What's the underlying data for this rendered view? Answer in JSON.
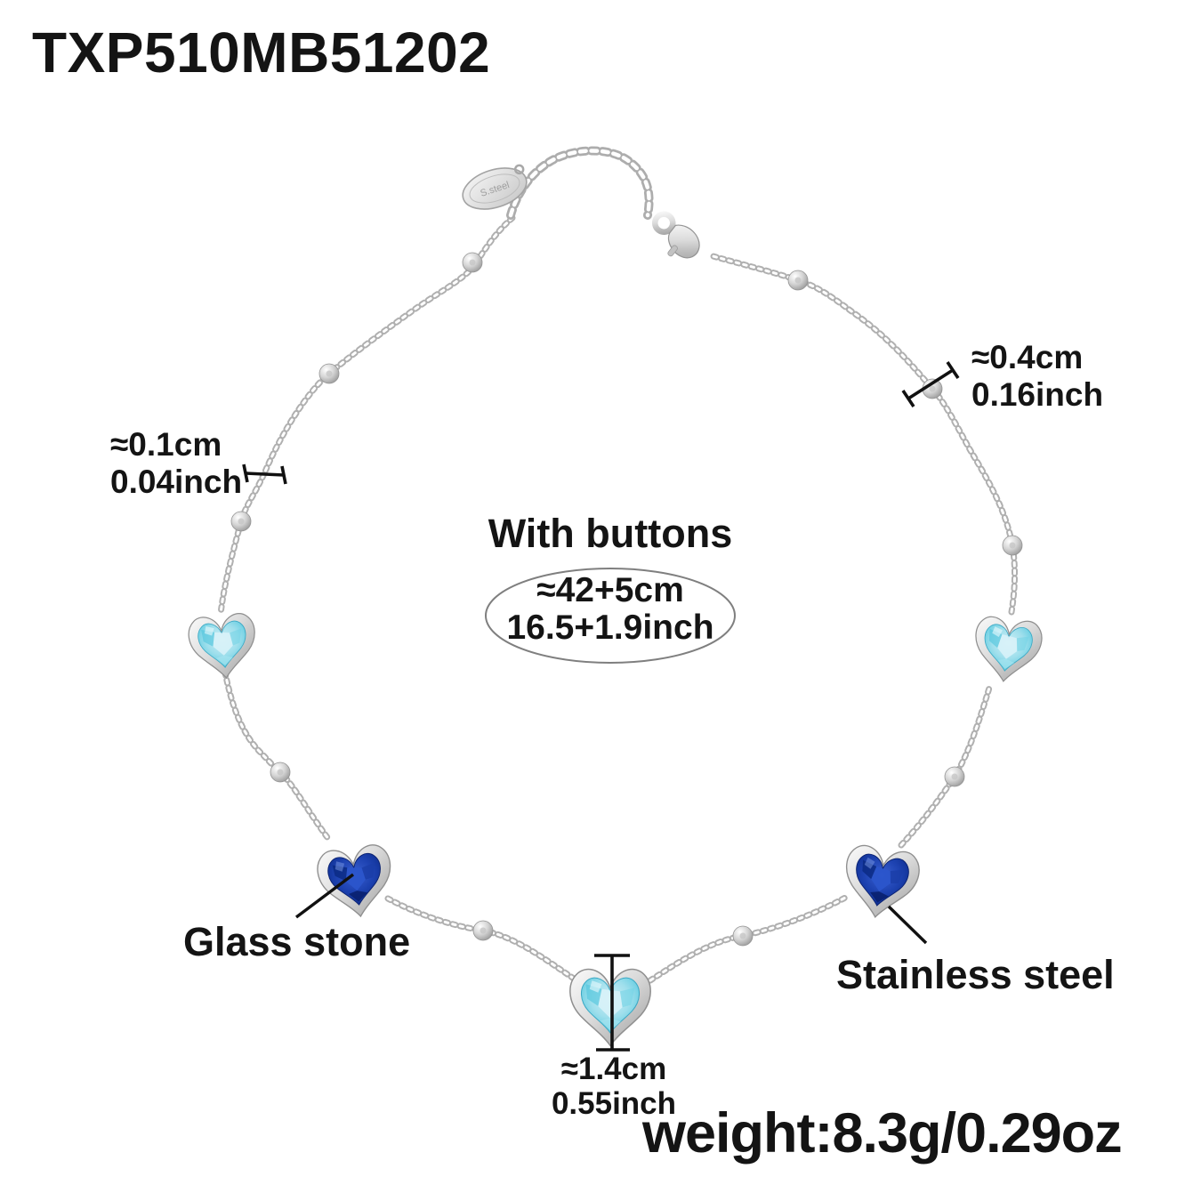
{
  "product": {
    "sku": "TXP510MB51202",
    "weight_label": "weight:8.3g/0.29oz"
  },
  "annotations": {
    "bead_diameter": {
      "metric": "≈0.4cm",
      "imperial": "0.16inch"
    },
    "chain_thickness": {
      "metric": "≈0.1cm",
      "imperial": "0.04inch"
    },
    "chain_length": {
      "heading": "With buttons",
      "metric": "≈42+5cm",
      "imperial": "16.5+1.9inch"
    },
    "pendant_height": {
      "metric": "≈1.4cm",
      "imperial": "0.55inch"
    },
    "stone_material": "Glass stone",
    "metal_material": "Stainless steel"
  },
  "necklace": {
    "tag_engraving": "S.steel",
    "pendants": {
      "light_blue_hearts": 3,
      "dark_blue_hearts": 2,
      "beads_on_chain": 10
    },
    "colors": {
      "metal_light": "#fafafa",
      "metal_mid": "#c9c9c9",
      "metal_dark": "#9a9a9a",
      "stone_light_blue": "#9fdfec",
      "stone_light_blue_deep": "#3cb8d4",
      "stone_dark_blue": "#1e43b2",
      "stone_dark_blue_deep": "#091f6e",
      "text": "#141414"
    }
  }
}
